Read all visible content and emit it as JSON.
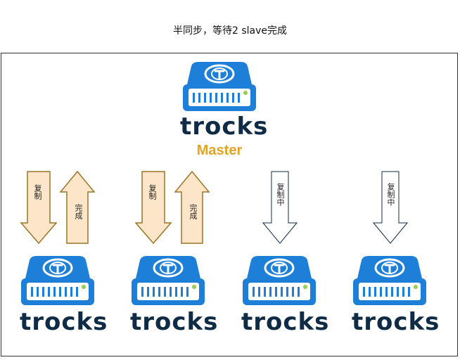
{
  "caption": "半同步，等待2 slave完成",
  "master": {
    "wordmark": "trocks",
    "role": "Master"
  },
  "slaves": [
    {
      "wordmark": "trocks",
      "down_label": "复制",
      "up_label": "完成",
      "done": true
    },
    {
      "wordmark": "trocks",
      "down_label": "复制",
      "up_label": "完成",
      "done": true
    },
    {
      "wordmark": "trocks",
      "down_label": "复制中",
      "done": false
    },
    {
      "wordmark": "trocks",
      "down_label": "复制中",
      "done": false
    }
  ],
  "colors": {
    "server_blue": "#1e7fd8",
    "wordmark": "#102b46",
    "role_gold": "#e5a323",
    "arrow_fill_done": "#fde5c9",
    "arrow_stroke_done": "#9b7527",
    "arrow_stroke_pending": "#102b46",
    "led": "#8fd14f"
  },
  "icons": [
    "server-icon",
    "arrow-down-icon",
    "arrow-up-icon"
  ]
}
